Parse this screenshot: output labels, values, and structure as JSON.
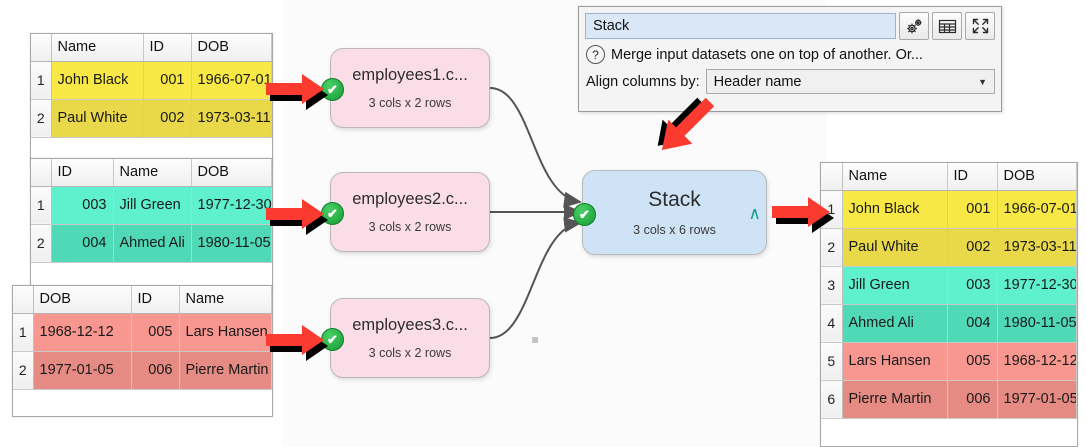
{
  "input_tables": [
    {
      "name": "employees1",
      "columns": [
        "Name",
        "ID",
        "DOB"
      ],
      "col_align": [
        "txt",
        "num",
        "txt"
      ],
      "rows": [
        {
          "n": "1",
          "cells": [
            "John Black",
            "001",
            "1966-07-01"
          ],
          "shade": "y1"
        },
        {
          "n": "2",
          "cells": [
            "Paul White",
            "002",
            "1973-03-11"
          ],
          "shade": "y2"
        }
      ]
    },
    {
      "name": "employees2",
      "columns": [
        "ID",
        "Name",
        "DOB"
      ],
      "col_align": [
        "num",
        "txt",
        "txt"
      ],
      "rows": [
        {
          "n": "1",
          "cells": [
            "003",
            "Jill Green",
            "1977-12-30"
          ],
          "shade": "g1"
        },
        {
          "n": "2",
          "cells": [
            "004",
            "Ahmed Ali",
            "1980-11-05"
          ],
          "shade": "g2"
        }
      ]
    },
    {
      "name": "employees3",
      "columns": [
        "DOB",
        "ID",
        "Name"
      ],
      "col_align": [
        "txt",
        "num",
        "txt"
      ],
      "rows": [
        {
          "n": "1",
          "cells": [
            "1968-12-12",
            "005",
            "Lars Hansen"
          ],
          "shade": "r1"
        },
        {
          "n": "2",
          "cells": [
            "1977-01-05",
            "006",
            "Pierre Martin"
          ],
          "shade": "r2"
        }
      ]
    }
  ],
  "output_table": {
    "name": "stack-result",
    "columns": [
      "Name",
      "ID",
      "DOB"
    ],
    "col_align": [
      "txt",
      "num",
      "txt"
    ],
    "rows": [
      {
        "n": "1",
        "cells": [
          "John Black",
          "001",
          "1966-07-01"
        ],
        "shade": "y1"
      },
      {
        "n": "2",
        "cells": [
          "Paul White",
          "002",
          "1973-03-11"
        ],
        "shade": "y2"
      },
      {
        "n": "3",
        "cells": [
          "Jill Green",
          "003",
          "1977-12-30"
        ],
        "shade": "g1"
      },
      {
        "n": "4",
        "cells": [
          "Ahmed Ali",
          "004",
          "1980-11-05"
        ],
        "shade": "g2"
      },
      {
        "n": "5",
        "cells": [
          "Lars Hansen",
          "005",
          "1968-12-12"
        ],
        "shade": "r1"
      },
      {
        "n": "6",
        "cells": [
          "Pierre Martin",
          "006",
          "1977-01-05"
        ],
        "shade": "r2"
      }
    ]
  },
  "canvas": {
    "nodes": [
      {
        "id": "employees1",
        "title": "employees1.c...",
        "sub": "3 cols x 2 rows",
        "status": "ok",
        "status_glyph": "✔"
      },
      {
        "id": "employees2",
        "title": "employees2.c...",
        "sub": "3 cols x 2 rows",
        "status": "ok",
        "status_glyph": "✔"
      },
      {
        "id": "employees3",
        "title": "employees3.c...",
        "sub": "3 cols x 2 rows",
        "status": "ok",
        "status_glyph": "✔"
      },
      {
        "id": "stack",
        "title": "Stack",
        "sub": "3 cols x 6 rows",
        "status": "ok",
        "status_glyph": "✔",
        "caret": "∧"
      }
    ]
  },
  "panel": {
    "name_value": "Stack",
    "buttons": [
      {
        "name": "settings-icon",
        "label": "gear-icon"
      },
      {
        "name": "table-icon",
        "label": "grid-icon"
      },
      {
        "name": "expand-icon",
        "label": "fullscreen-icon"
      }
    ],
    "help_glyph": "?",
    "description": "Merge input datasets one on top of another. Or...",
    "align_label": "Align columns by:",
    "align_value": "Header name",
    "align_arrow": "▼",
    "align_options": [
      "Header name"
    ]
  },
  "colors": {
    "yellow_row1": "#f7e845",
    "yellow_row2": "#e8d84a",
    "green_row1": "#5ff0cd",
    "green_row2": "#4fd9b6",
    "red_row1": "#f89690",
    "red_row2": "#e68a84",
    "node_pink": "#fadde6",
    "node_blue": "#cfe3f7",
    "arrow_red": "#fb3b30",
    "status_green": "#169c34"
  }
}
